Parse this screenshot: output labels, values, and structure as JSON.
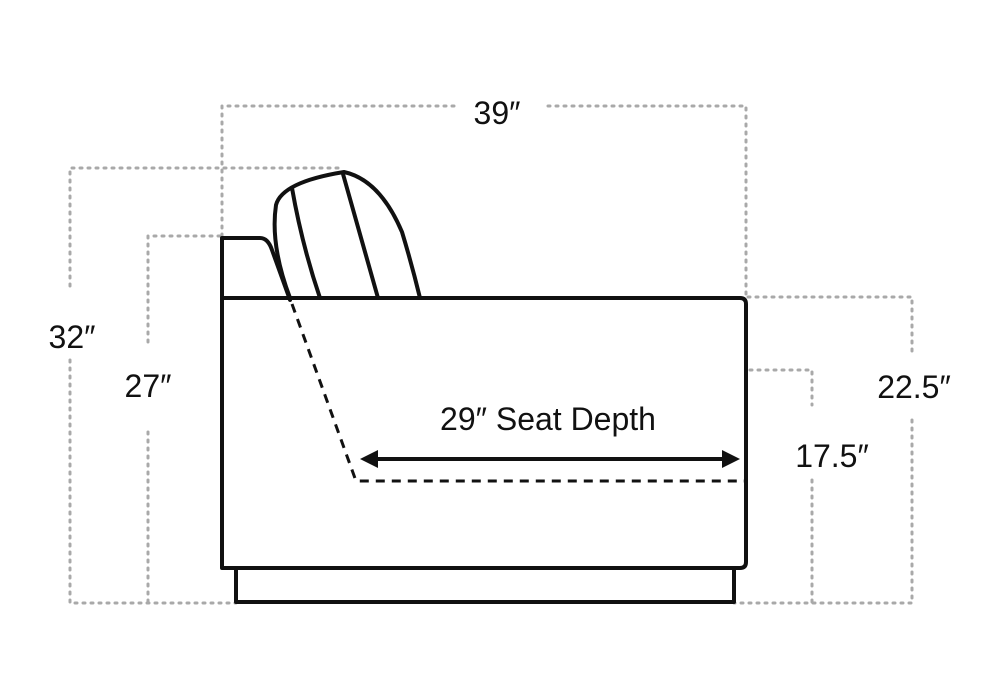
{
  "colors": {
    "outline": "#111111",
    "guide": "#a9a9a9",
    "background": "#ffffff"
  },
  "dimensions": {
    "overall_depth": "39″",
    "overall_height": "32″",
    "arm_height": "27″",
    "seat_back_height": "22.5″",
    "seat_height": "17.5″",
    "seat_depth": "29″ Seat Depth"
  }
}
